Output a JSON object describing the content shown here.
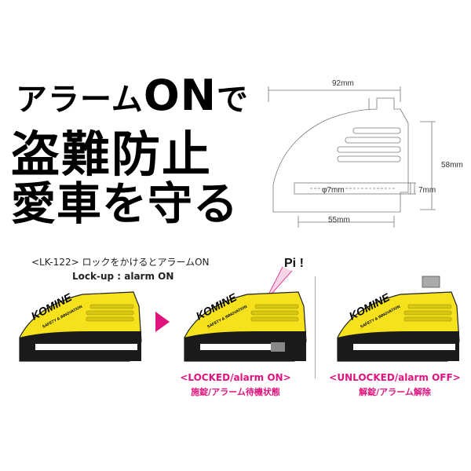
{
  "headline": {
    "line1_prefix": "アラーム",
    "line1_on": "ON",
    "line1_suffix": "で",
    "line2": "盗難防止",
    "line3": "愛車を守る"
  },
  "diagram": {
    "width_label": "92mm",
    "height_label": "58mm",
    "pin_label": "φ7mm",
    "gap_label": "7mm",
    "base_label": "55mm"
  },
  "caption": {
    "line1": "<LK-122> ロックをかけるとアラームON",
    "line2": "Lock-up : alarm ON"
  },
  "product": {
    "brand": "KOMINE",
    "tagline": "SAFETY & INNOVATION",
    "sound": "Pi !"
  },
  "states": {
    "locked": {
      "title": "<LOCKED/alarm ON>",
      "subtitle": "施錠/アラーム待機状態"
    },
    "unlocked": {
      "title": "<UNLOCKED/alarm OFF>",
      "subtitle": "解錠/アラーム解除"
    }
  },
  "colors": {
    "accent": "#e0147e",
    "product_yellow": "#f5e21c",
    "product_black": "#1a1a1a"
  }
}
